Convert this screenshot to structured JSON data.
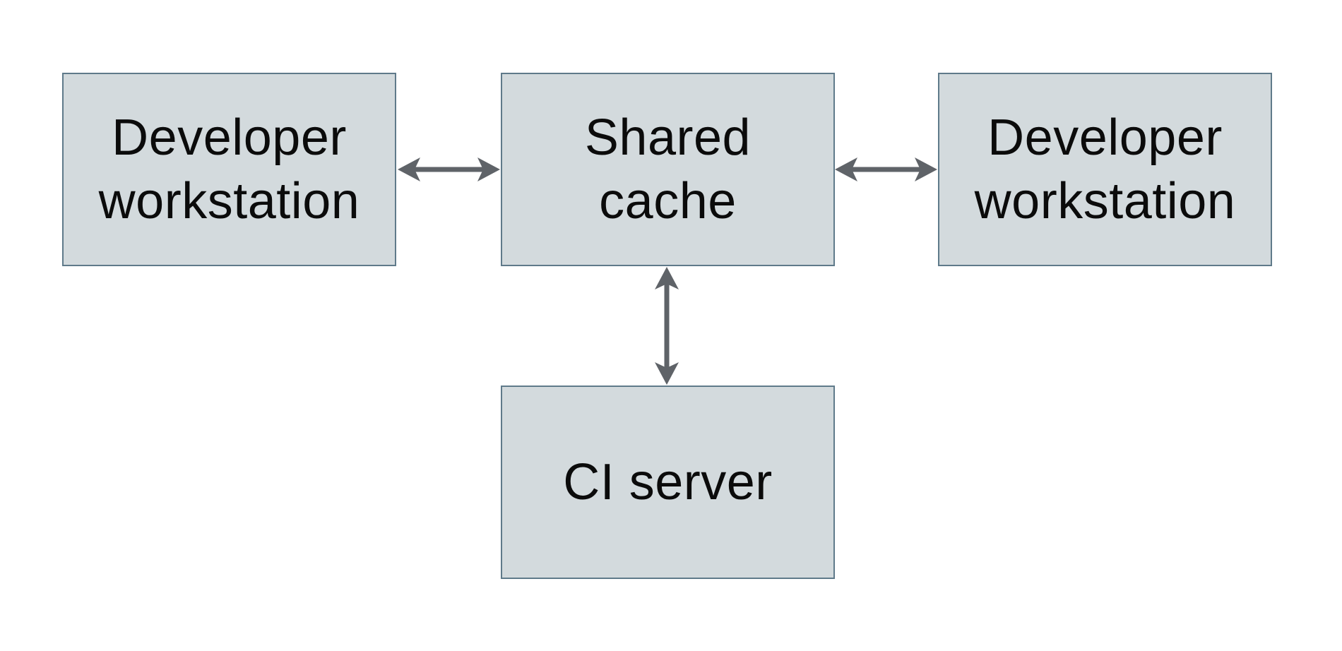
{
  "diagram": {
    "colors": {
      "background": "#ffffff",
      "node_fill": "#d3dadd",
      "node_border": "#5f7a8a",
      "arrow": "#5f6368",
      "text": "#0b0b0b"
    },
    "nodes": {
      "dev_left": {
        "label": "Developer workstation",
        "line1": "Developer",
        "line2": "workstation"
      },
      "shared_cache": {
        "label": "Shared cache",
        "line1": "Shared",
        "line2": "cache"
      },
      "dev_right": {
        "label": "Developer workstation",
        "line1": "Developer",
        "line2": "workstation"
      },
      "ci_server": {
        "label": "CI server",
        "line1": "CI server"
      }
    },
    "edges": [
      {
        "name": "dev-left-to-shared-cache",
        "type": "bidirectional-arrow",
        "orientation": "horizontal"
      },
      {
        "name": "shared-cache-to-dev-right",
        "type": "bidirectional-arrow",
        "orientation": "horizontal"
      },
      {
        "name": "shared-cache-to-ci-server",
        "type": "bidirectional-arrow",
        "orientation": "vertical"
      }
    ]
  }
}
